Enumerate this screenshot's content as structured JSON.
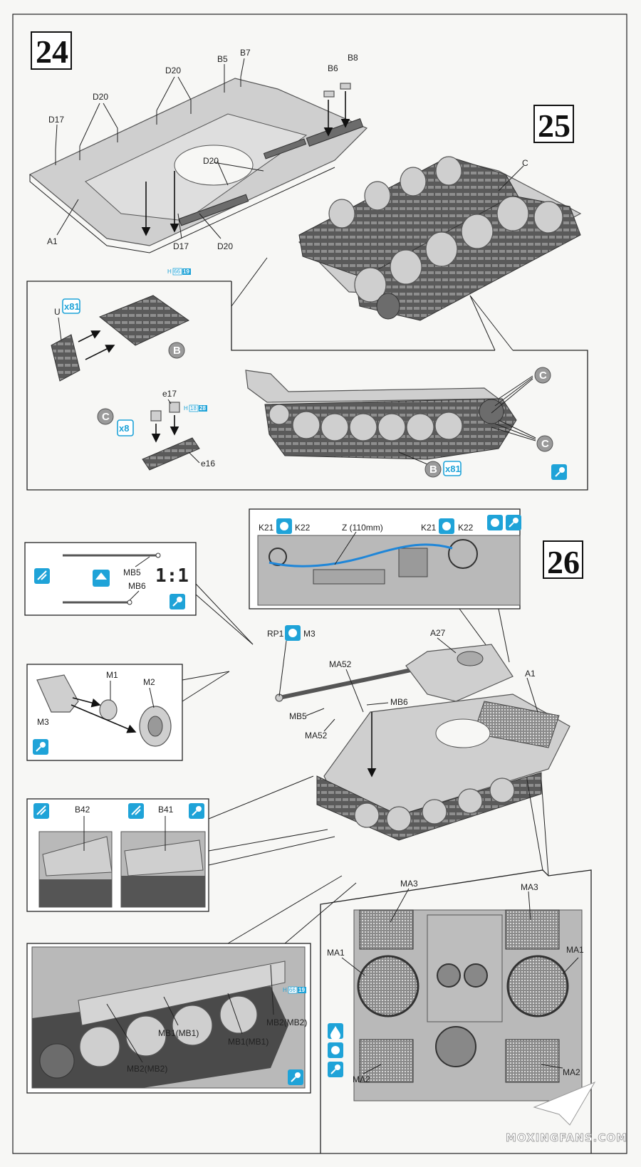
{
  "steps": {
    "s24": "24",
    "s25": "25",
    "s26": "26"
  },
  "labels": {
    "d20_top": "D20",
    "b5": "B5",
    "b7": "B7",
    "b8": "B8",
    "b6": "B6",
    "d20_left": "D20",
    "d17_top": "D17",
    "d20_mid": "D20",
    "a1_hull": "A1",
    "d17_bottom": "D17",
    "d20_bottom": "D20",
    "c_top": "C",
    "u_track": "U",
    "x81_a": "x81",
    "b_sprue_a": "B",
    "e17": "e17",
    "e16": "e16",
    "c_sprue_a": "C",
    "x8": "x8",
    "c_right_1": "C",
    "c_right_2": "C",
    "b_sprue_b": "B",
    "x81_b": "x81",
    "k21_a": "K21",
    "k22_a": "K22",
    "z_cable": "Z (110mm)",
    "k21_b": "K21",
    "k22_b": "K22",
    "mb5": "MB5",
    "mb6": "MB6",
    "ratio": "1:1",
    "m1": "M1",
    "m2": "M2",
    "m3_part": "M3",
    "rp1": "RP1",
    "m3_gun": "M3",
    "a27": "A27",
    "ma52_top": "MA52",
    "a1_tank": "A1",
    "mb6_tank": "MB6",
    "mb5_tank": "MB5",
    "ma52_bottom": "MA52",
    "b42": "B42",
    "b41": "B41",
    "mb2_right": "MB2(MB2)",
    "mb1_left": "MB1(MB1)",
    "mb1_right": "MB1(MB1)",
    "mb2_left": "MB2(MB2)",
    "ma3_left": "MA3",
    "ma3_right": "MA3",
    "ma1_left": "MA1",
    "ma1_right": "MA1",
    "ma2_left": "MA2",
    "ma2_right": "MA2"
  },
  "refs": {
    "r1_prefix": "H",
    "r1_a": "66",
    "r1_b": "19",
    "r2_prefix": "H",
    "r2_a": "18",
    "r2_b": "28",
    "r3_prefix": "H",
    "r3_a": "66",
    "r3_b": "19"
  },
  "watermark": "MOXINGFANS.COM",
  "colors": {
    "accent": "#1fa3d8",
    "line": "#222222",
    "photo": "#b9b9b9"
  }
}
